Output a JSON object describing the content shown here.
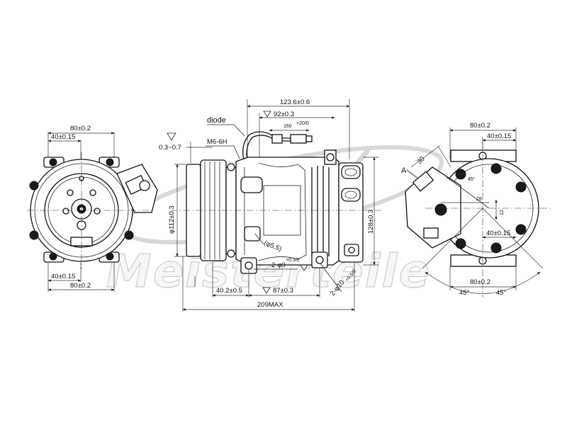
{
  "watermark": {
    "brand": "Meisterteile"
  },
  "left_view": {
    "dim_top_outer": "80±0.2",
    "dim_top_inner": "40±0.15",
    "dim_bottom_inner": "40±0.15",
    "dim_bottom_outer": "80±0.2"
  },
  "side_view": {
    "label_diode": "diode",
    "dim_overall_length": "123.6±0.6",
    "dim_92": "92±0.3",
    "dim_160": "160",
    "dim_160_tol": "+20/0",
    "dim_gap": "0.3~0.7",
    "thread_label": "M6-6H",
    "dim_pulley_dia": "φ112±0.3",
    "dim_128": "128±0.3",
    "dim_hole_55": "(φ5.5)",
    "dim_2_holes_9": "2-φ9",
    "dim_2_holes_9_tol": "+0.3/0",
    "dim_2_holes_10": "2-φ10",
    "dim_2_holes_10_tol": "+0.5/0",
    "dim_402": "40.2±0.5",
    "dim_87": "87±0.3",
    "dim_209max": "209MAX"
  },
  "right_view": {
    "dim_top_outer": "80±0.2",
    "dim_top_inner": "40±0.15",
    "dim_30": "30",
    "label_a": "A",
    "dim_45_small": "45°",
    "dim_28": "28",
    "dim_12": "12",
    "dim_right_inner": "40±0.15",
    "dim_bottom_outer": "80±0.2",
    "angle_left": "45°",
    "angle_right": "45°"
  }
}
